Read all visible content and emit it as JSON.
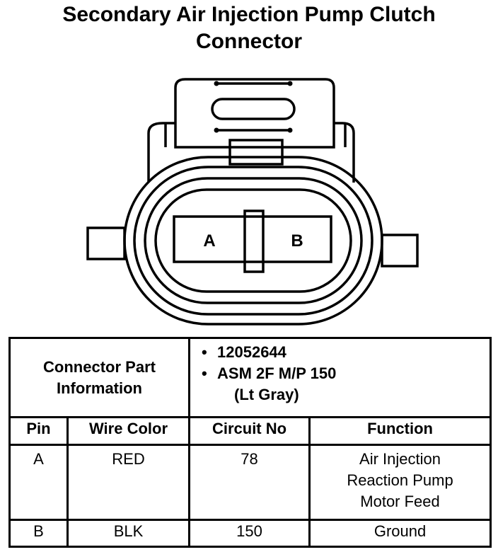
{
  "title": {
    "line1": "Secondary Air Injection Pump Clutch",
    "line2": "Connector"
  },
  "connector": {
    "pin_a": "A",
    "pin_b": "B"
  },
  "part_info": {
    "label_line1": "Connector Part",
    "label_line2": "Information",
    "part_number": "12052644",
    "assembly": "ASM 2F M/P 150",
    "color": "(Lt Gray)"
  },
  "table": {
    "headers": [
      "Pin",
      "Wire Color",
      "Circuit No",
      "Function"
    ],
    "rows": [
      {
        "pin": "A",
        "wire_color": "RED",
        "circuit": "78",
        "function_lines": [
          "Air Injection",
          "Reaction Pump",
          "Motor Feed"
        ]
      },
      {
        "pin": "B",
        "wire_color": "BLK",
        "circuit": "150",
        "function_lines": [
          "Ground"
        ]
      }
    ]
  }
}
